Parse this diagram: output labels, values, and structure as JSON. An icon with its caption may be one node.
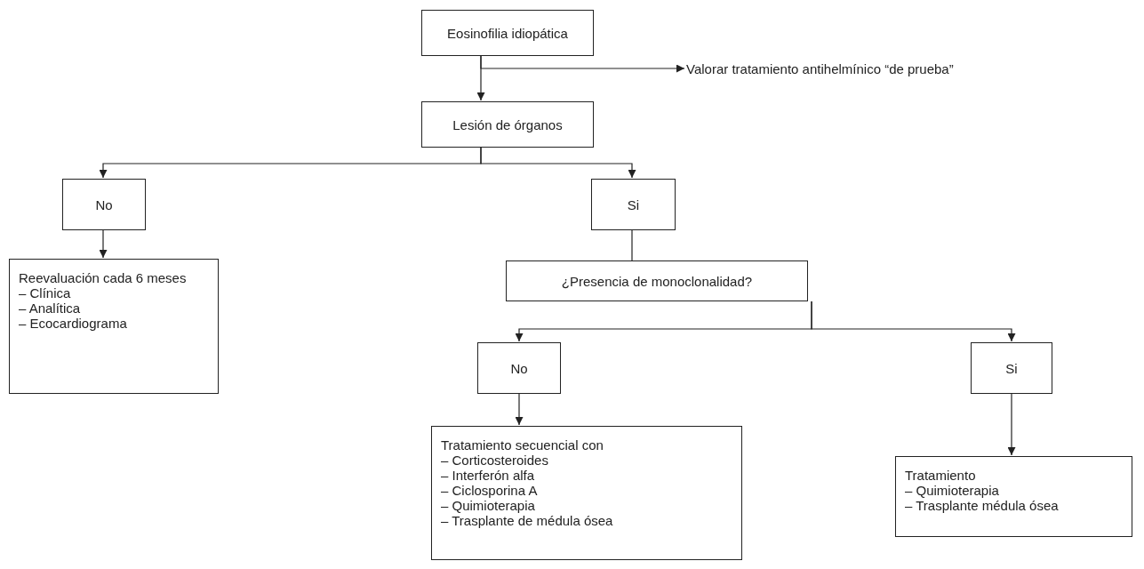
{
  "diagram": {
    "nodes": [
      {
        "text": [
          "Eosinofilia idiopática"
        ]
      },
      {
        "text": [
          "Valorar tratamiento antihelmínico “de prueba”"
        ]
      },
      {
        "text": [
          "Lesión de órganos"
        ]
      },
      {
        "text": [
          "No"
        ]
      },
      {
        "text": [
          "Reevaluación cada 6 meses",
          "– Clínica",
          "– Analítica",
          "– Ecocardiograma"
        ]
      },
      {
        "text": [
          "Si"
        ]
      },
      {
        "text": [
          "¿Presencia de monoclonalidad?"
        ]
      },
      {
        "text": [
          "No"
        ]
      },
      {
        "text": [
          "Tratamiento secuencial con",
          "– Corticosteroides",
          "– Interferón alfa",
          "– Ciclosporina A",
          "– Quimioterapia",
          "– Trasplante de médula ósea"
        ]
      },
      {
        "text": [
          "Si"
        ]
      },
      {
        "text": [
          "Tratamiento",
          "– Quimioterapia",
          "– Trasplante médula ósea"
        ]
      }
    ],
    "edges": [
      {
        "from": 0,
        "to": 1,
        "arrow": "to"
      },
      {
        "from": 0,
        "to": 2,
        "arrow": "to"
      },
      {
        "from": 2,
        "to": 3,
        "arrow": "to"
      },
      {
        "from": 2,
        "to": 5,
        "arrow": "to"
      },
      {
        "from": 3,
        "to": 4,
        "arrow": "to"
      },
      {
        "from": 5,
        "to": 6,
        "arrow": "none"
      },
      {
        "from": 6,
        "to": 7,
        "arrow": "to"
      },
      {
        "from": 6,
        "to": 9,
        "arrow": "to"
      },
      {
        "from": 7,
        "to": 8,
        "arrow": "to"
      },
      {
        "from": 9,
        "to": 10,
        "arrow": "to"
      }
    ]
  }
}
